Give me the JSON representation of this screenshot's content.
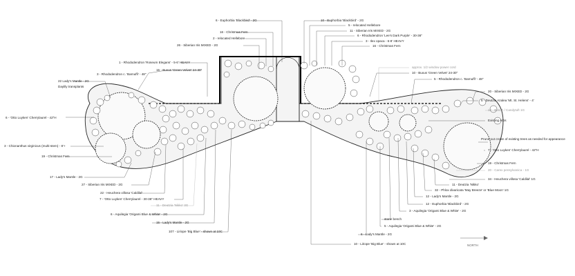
{
  "callouts_left": [
    "1 - Rhododendron 'Roseum Elegans' - 5-6' HEAVY",
    "3 - Rhododendron c. 'Barnuffi' - 48\"",
    "22 Lady's Mantle - 2G",
    "Daylily transplants",
    "6 - 'Otto Luyken' Cherrylaurel - 42\"H",
    "3 - Chionanthus virginicus (multi-stem) - 8'+",
    "19 - Christmas Fern",
    "17 - Lady's Mantle - 2G",
    "27 - Siberian Iris MIXED - 2G",
    "22 - Heuchera villosa 'Caldilal'",
    "7 - 'Otto Luyken' Cherrylaurel - 30-36\" HEAVY",
    "11 - Deutzia 'Nikko' 3G",
    "6 - Aquilegia 'Origami Blue & White' - 2G",
    "15 - Lady's Mantle - 2G",
    "107 - Liriope 'Big Blue' - shown at 10C"
  ],
  "callouts_top": [
    "6 - Euphorbia 'Blackbird' - 2G",
    "16 - Christmas Fern",
    "2 - relocated Hellebore",
    "26 - Siberian Iris MIXED - 2G",
    "15 - Buxus 'Green Velvet' 24-30\"",
    "10 - Euphorbia 'Blackbird' - 2G",
    "5 - relocated Hellebore",
    "11 - Siberian Iris MIXED - 2G",
    "6 - Rhododendron 'Lee's Dark Purple' - 30-36\"",
    "3 - Ilex opaca - 6-8' HEAVY",
    "16 - Christmas Fern"
  ],
  "callouts_right": [
    "approx. 1/2 window power cord",
    "10 - Buxus 'Green Velvet' 24-30\"",
    "5 - Rhododendron c. 'Barnuffi' - 48\"",
    "20 - Siberian Iris MIXED - 2G",
    "5 - Deutzia Azalea 'Mt. St. Helens' - 4'",
    "12 - Bench / Candytuft 1G",
    "Existing Arbs",
    "Prune out crown of existing trees as needed for appearance",
    "7 - 'Otto Luyken' Cherrylaurel - 42\"H",
    "19 - Christmas Fern",
    "20 - Carex pensylvanica - 1G",
    "34 - Heuchera villosa 'Caldilal' 1G",
    "11 - Deutzia 'Nikko'",
    "32 - Phlox divaricata 'May Breeze' or 'Blue Moon' 1G",
    "12 - Lady's Mantle - 2G",
    "12 - Euphorbia 'Blackbird' - 2G",
    "3 - Aquilegia 'Origami Blue & White' - 2G",
    "stone bench",
    "5 - Aquilegia 'Origami Blue & White' - 2G",
    "6 - Lady's Mantle - 2G",
    "10 - Liriope 'Big Blue' - shown at 10C"
  ],
  "north_label": "NORTH"
}
